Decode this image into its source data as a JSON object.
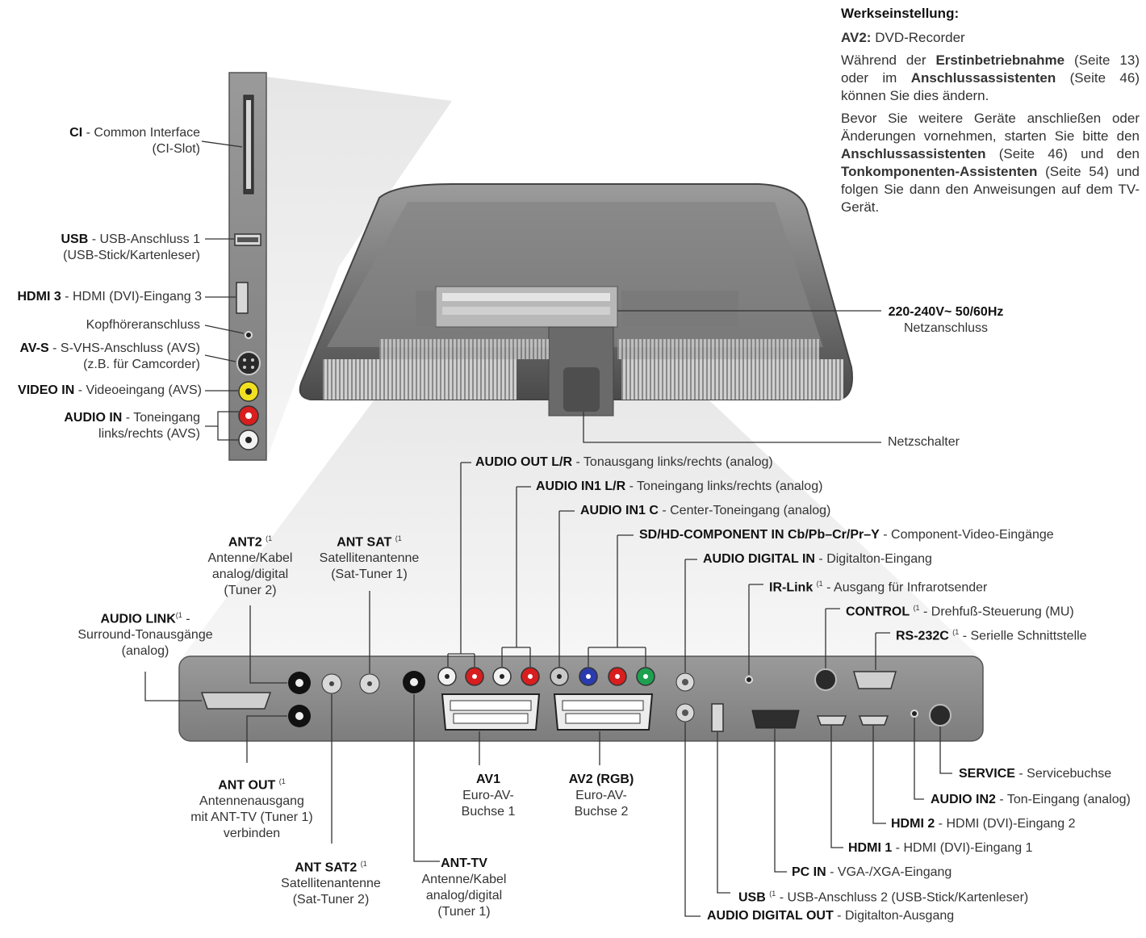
{
  "notes": {
    "heading": "Werkseinstellung:",
    "av2_key": "AV2:",
    "av2_value": "DVD-Recorder",
    "p1_pre": "Während der ",
    "p1_b1": "Erstinbetriebnahme",
    "p1_mid": " (Seite 13) oder im ",
    "p1_b2": "Anschlussassistenten",
    "p1_post": " (Seite 46) können Sie dies ändern.",
    "p2_pre": "Bevor Sie weitere Geräte anschließen oder Änderungen vornehmen, starten Sie bitte den ",
    "p2_b1": "Anschlussassistenten",
    "p2_mid": " (Seite 46) und den ",
    "p2_b2": "Tonkomponenten-Assistenten",
    "p2_post": " (Seite 54) und folgen Sie dann den Anweisungen auf dem TV-Gerät."
  },
  "side_labels": {
    "ci_b": "CI",
    "ci_t": " - Common Interface",
    "ci_2": "(CI-Slot)",
    "usb1_b": "USB",
    "usb1_t": " - USB-Anschluss 1",
    "usb1_2": "(USB-Stick/Kartenleser)",
    "hdmi3_b": "HDMI 3",
    "hdmi3_t": " - HDMI (DVI)-Eingang 3",
    "headphone": "Kopfhöreranschluss",
    "avs_b": "AV-S",
    "avs_t": " - S-VHS-Anschluss (AVS)",
    "avs_2": "(z.B. für Camcorder)",
    "video_b": "VIDEO IN",
    "video_t": " - Videoeingang (AVS)",
    "audio_b": "AUDIO IN",
    "audio_t": " - Toneingang",
    "audio_2": "links/rechts (AVS)"
  },
  "power": {
    "voltage": "220-240V~ 50/60Hz",
    "mains": "Netzanschluss",
    "switch": "Netzschalter"
  },
  "top_labels": {
    "audio_out_b": "AUDIO OUT L/R",
    "audio_out_t": " - Tonausgang links/rechts (analog)",
    "audio_in1_b": "AUDIO IN1 L/R",
    "audio_in1_t": " - Toneingang links/rechts (analog)",
    "audio_in1c_b": "AUDIO IN1 C",
    "audio_in1c_t": " - Center-Toneingang (analog)",
    "component_b": "SD/HD-COMPONENT IN Cb/Pb–Cr/Pr–Y",
    "component_t": " - Component-Video-Eingänge",
    "digital_in_b": "AUDIO DIGITAL IN",
    "digital_in_t": " - Digitalton-Eingang",
    "irlink_b": "IR-Link",
    "irlink_t": " - Ausgang für Infrarotsender",
    "control_b": "CONTROL",
    "control_t": " - Drehfuß-Steuerung (MU)",
    "rs232_b": "RS-232C",
    "rs232_t": " - Serielle Schnittstelle",
    "ant2_b": "ANT2",
    "ant2_1": "Antenne/Kabel",
    "ant2_2": "analog/digital",
    "ant2_3": "(Tuner 2)",
    "antsat_b": "ANT SAT",
    "antsat_1": "Satellitenantenne",
    "antsat_2": "(Sat-Tuner 1)",
    "audiolink_b": "AUDIO LINK",
    "audiolink_t": " -",
    "audiolink_1": "Surround-Tonausgänge",
    "audiolink_2": "(analog)"
  },
  "bottom_labels": {
    "antout_b": "ANT OUT",
    "antout_1": "Antennenausgang",
    "antout_2": "mit ANT-TV (Tuner 1)",
    "antout_3": "verbinden",
    "antsat2_b": "ANT SAT2",
    "antsat2_1": "Satellitenantenne",
    "antsat2_2": "(Sat-Tuner 2)",
    "anttv_b": "ANT-TV",
    "anttv_1": "Antenne/Kabel",
    "anttv_2": "analog/digital",
    "anttv_3": "(Tuner 1)",
    "av1_b": "AV1",
    "av1_1": "Euro-AV-",
    "av1_2": "Buchse 1",
    "av2_b": "AV2 (RGB)",
    "av2_1": "Euro-AV-",
    "av2_2": "Buchse 2",
    "service_b": "SERVICE",
    "service_t": " - Servicebuchse",
    "audioin2_b": "AUDIO IN2",
    "audioin2_t": " - Ton-Eingang (analog)",
    "hdmi2_b": "HDMI 2",
    "hdmi2_t": " - HDMI (DVI)-Eingang 2",
    "hdmi1_b": "HDMI 1",
    "hdmi1_t": " - HDMI (DVI)-Eingang 1",
    "pcin_b": "PC IN",
    "pcin_t": " - VGA-/XGA-Eingang",
    "usb2_b": "USB",
    "usb2_t": " - USB-Anschluss 2 (USB-Stick/Kartenleser)",
    "digital_out_b": "AUDIO DIGITAL OUT",
    "digital_out_t": " - Digitalton-Ausgang"
  },
  "footnote_mark": "(1",
  "colors": {
    "panel": "#8c8c8c",
    "red": "#d81e1e",
    "yellow": "#f0e020",
    "blue": "#2a3bb0",
    "green": "#1fa050"
  }
}
